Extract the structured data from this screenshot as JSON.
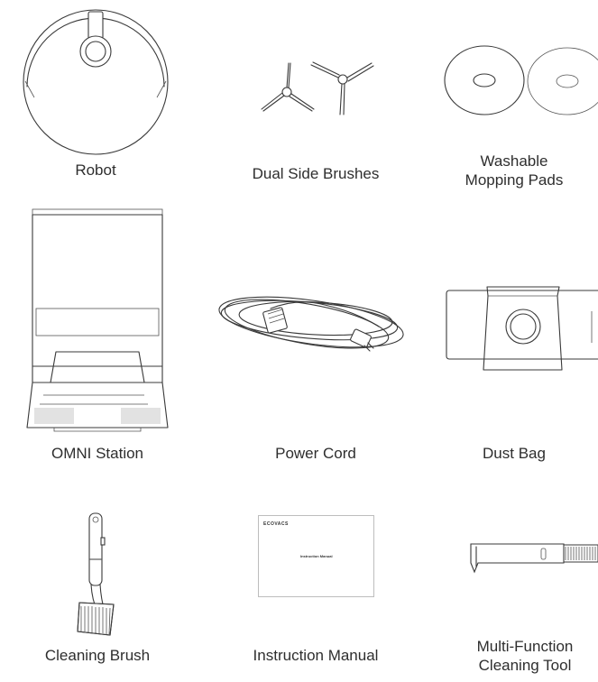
{
  "items": {
    "robot": "Robot",
    "side_brushes": "Dual Side Brushes",
    "mopping_pads": "Washable\nMopping Pads",
    "station": "OMNI Station",
    "power_cord": "Power Cord",
    "dust_bag": "Dust Bag",
    "cleaning_brush": "Cleaning Brush",
    "manual": "Instruction Manual",
    "multi_tool": "Multi-Function\nCleaning Tool"
  },
  "manual_cover": {
    "brand": "ECOVACS",
    "title": "Instruction Manual"
  }
}
